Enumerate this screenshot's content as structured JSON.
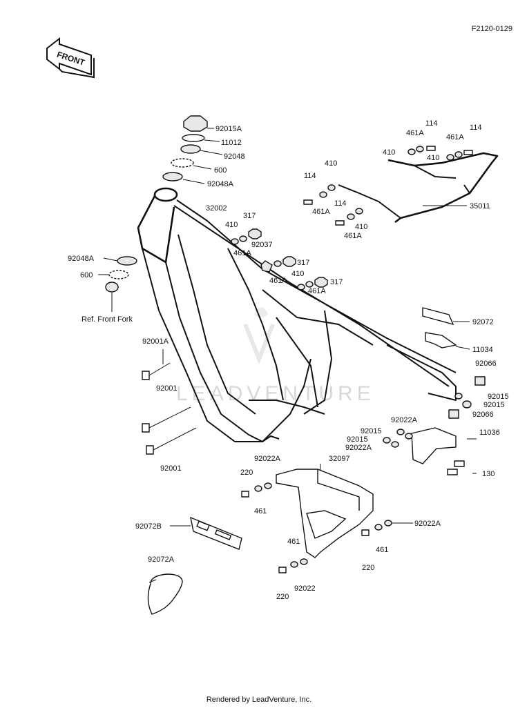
{
  "header": {
    "diagram_code": "F2120-0129"
  },
  "front_arrow": {
    "label": "FRONT"
  },
  "footer": {
    "text": "Rendered by LeadVenture, Inc."
  },
  "watermark": {
    "text": "LEADVENTURE"
  },
  "labels": {
    "l92015A": "92015A",
    "l11012": "11012",
    "l92048": "92048",
    "l600a": "600",
    "l92048A": "92048A",
    "l32002": "32002",
    "l410a": "410",
    "l317a": "317",
    "l461Aa": "461A",
    "l92037": "92037",
    "l317b": "317",
    "l461Ab": "461A",
    "l410b": "410",
    "l317c": "317",
    "l461Ac": "461A",
    "l92048A_2": "92048A",
    "l600b": "600",
    "lRefFork": "Ref.  Front Fork",
    "l114a": "114",
    "l410c": "410",
    "l461Ad": "461A",
    "l114b": "114",
    "l410d": "410",
    "l461Ae": "461A",
    "l114c": "114",
    "l461Af": "461A",
    "l410e": "410",
    "l114d": "114",
    "l461Ag": "461A",
    "l410f": "410",
    "l35011": "35011",
    "l92072": "92072",
    "l11034": "11034",
    "l92066a": "92066",
    "l92015a": "92015",
    "l92015b": "92015",
    "l92066b": "92066",
    "l92001A": "92001A",
    "l92001a": "92001",
    "l92001b": "92001",
    "l92022Aa": "92022A",
    "l92015c": "92015",
    "l92015d": "92015",
    "l92022Ab": "92022A",
    "l11036": "11036",
    "l130": "130",
    "l92022Ac": "92022A",
    "l32097": "32097",
    "l220a": "220",
    "l461a": "461",
    "l92072B": "92072B",
    "l92022Ad": "92022A",
    "l461b": "461",
    "l220b": "220",
    "l92072A": "92072A",
    "l461c": "461",
    "l92022": "92022",
    "l220c": "220"
  }
}
